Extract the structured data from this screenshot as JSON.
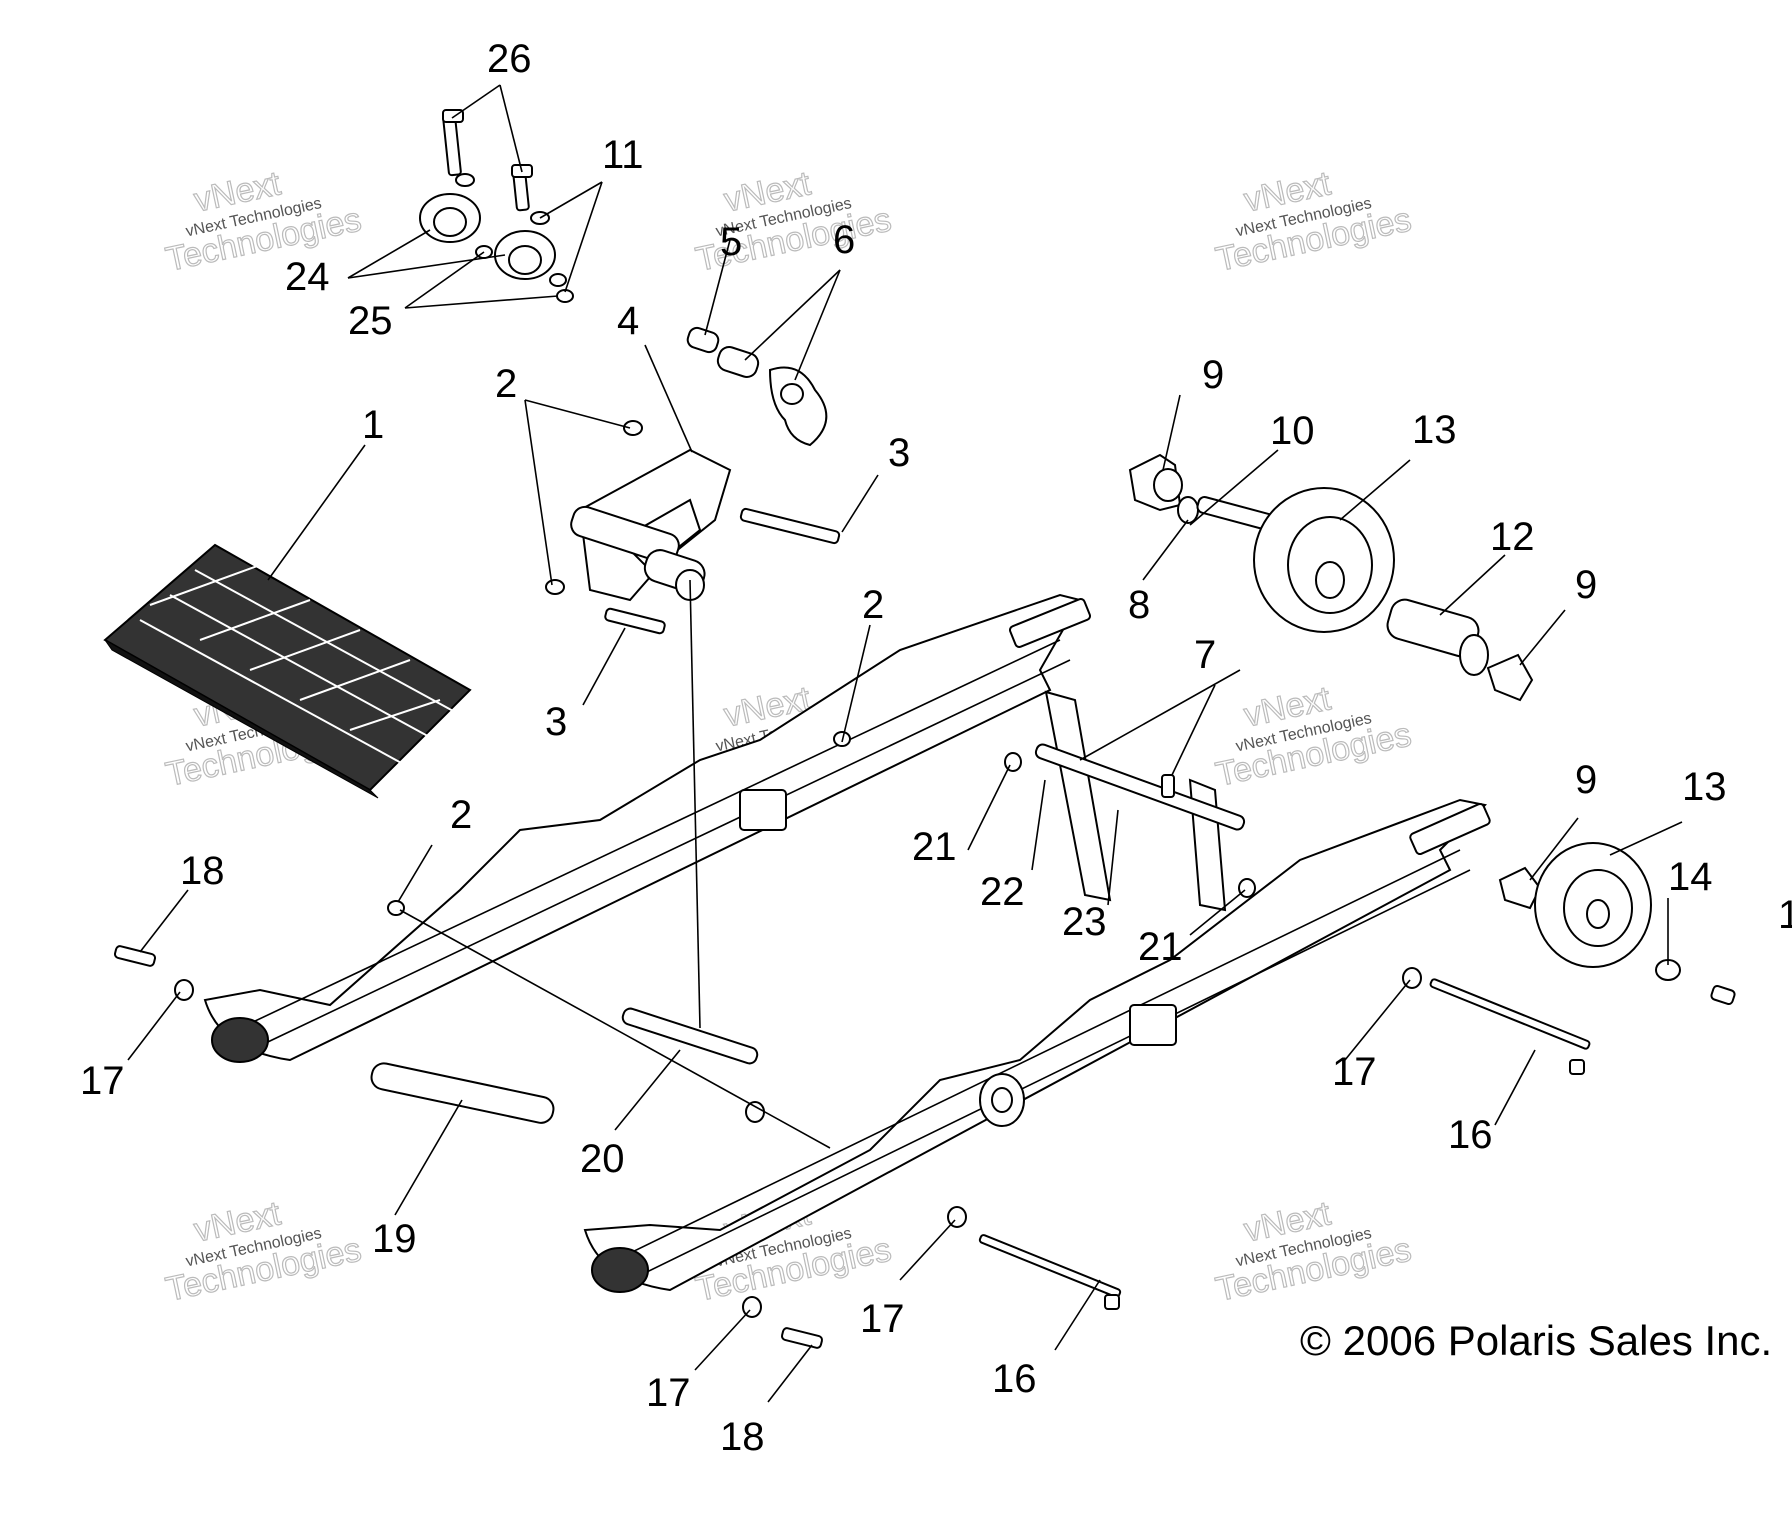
{
  "callouts": [
    {
      "id": "26-top",
      "label": "26"
    },
    {
      "id": "11",
      "label": "11"
    },
    {
      "id": "24",
      "label": "24"
    },
    {
      "id": "25",
      "label": "25"
    },
    {
      "id": "5",
      "label": "5"
    },
    {
      "id": "6",
      "label": "6"
    },
    {
      "id": "4",
      "label": "4"
    },
    {
      "id": "2-a",
      "label": "2"
    },
    {
      "id": "1",
      "label": "1"
    },
    {
      "id": "3-a",
      "label": "3"
    },
    {
      "id": "3-b",
      "label": "3"
    },
    {
      "id": "9-a",
      "label": "9"
    },
    {
      "id": "10",
      "label": "10"
    },
    {
      "id": "13-a",
      "label": "13"
    },
    {
      "id": "8",
      "label": "8"
    },
    {
      "id": "12",
      "label": "12"
    },
    {
      "id": "9-b",
      "label": "9"
    },
    {
      "id": "2-b",
      "label": "2"
    },
    {
      "id": "7",
      "label": "7"
    },
    {
      "id": "2-c",
      "label": "2"
    },
    {
      "id": "21-a",
      "label": "21"
    },
    {
      "id": "22",
      "label": "22"
    },
    {
      "id": "23",
      "label": "23"
    },
    {
      "id": "21-b",
      "label": "21"
    },
    {
      "id": "9-c",
      "label": "9"
    },
    {
      "id": "13-b",
      "label": "13"
    },
    {
      "id": "14",
      "label": "14"
    },
    {
      "id": "1-edge",
      "label": "1"
    },
    {
      "id": "18-a",
      "label": "18"
    },
    {
      "id": "17-a",
      "label": "17"
    },
    {
      "id": "20",
      "label": "20"
    },
    {
      "id": "19",
      "label": "19"
    },
    {
      "id": "17-b",
      "label": "17"
    },
    {
      "id": "16-a",
      "label": "16"
    },
    {
      "id": "17-c",
      "label": "17"
    },
    {
      "id": "17-d",
      "label": "17"
    },
    {
      "id": "18-b",
      "label": "18"
    },
    {
      "id": "16-b",
      "label": "16"
    }
  ],
  "copyright": "© 2006 Polaris Sales Inc.",
  "watermark": {
    "name": "vNext Technologies",
    "big_top": "vNext",
    "big_bottom": "Technologies"
  }
}
